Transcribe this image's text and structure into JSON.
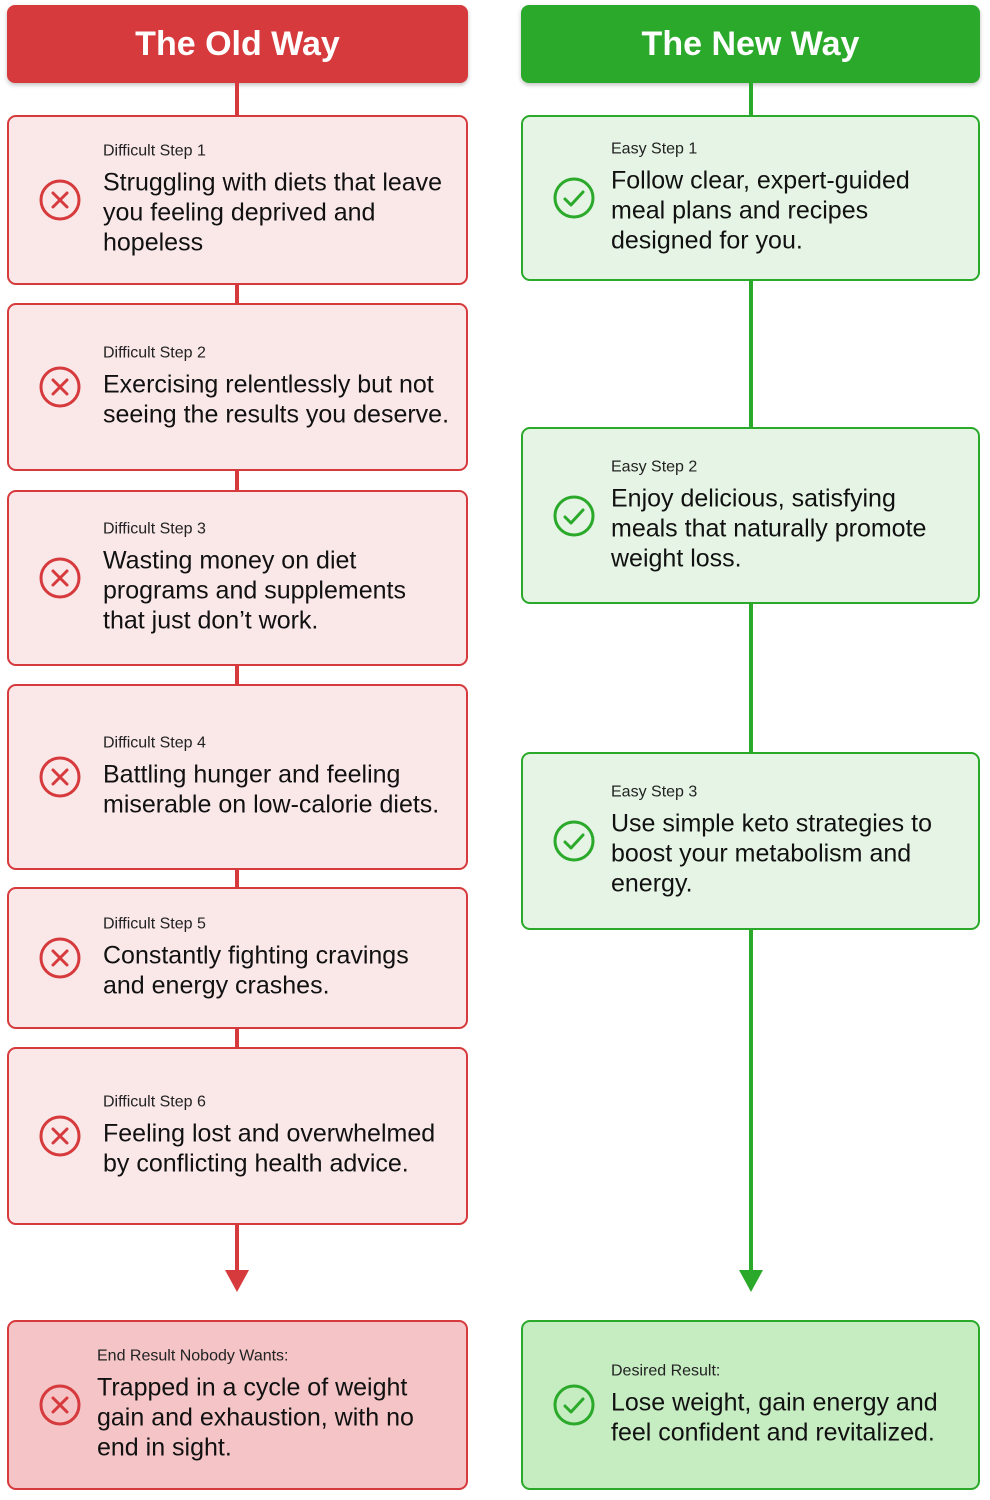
{
  "old_way": {
    "title": "The Old Way",
    "steps": [
      {
        "label": "Difficult Step 1",
        "text": "Struggling with diets that leave you feeling deprived and hopeless"
      },
      {
        "label": "Difficult Step 2",
        "text": "Exercising relentlessly but not seeing the results you deserve."
      },
      {
        "label": "Difficult Step 3",
        "text": "Wasting money on diet programs and supplements that just don’t work."
      },
      {
        "label": "Difficult Step 4",
        "text": "Battling hunger and feeling miserable on low-calorie diets."
      },
      {
        "label": "Difficult Step 5",
        "text": "Constantly fighting cravings and energy crashes."
      },
      {
        "label": "Difficult Step 6",
        "text": "Feeling lost and overwhelmed by conflicting health advice."
      }
    ],
    "result": {
      "label": "End Result Nobody Wants:",
      "text": "Trapped in a cycle of weight gain and exhaustion, with no end in sight."
    },
    "color": "#d63a3c"
  },
  "new_way": {
    "title": "The New Way",
    "steps": [
      {
        "label": "Easy Step 1",
        "text": "Follow clear, expert-guided meal plans and recipes designed for you."
      },
      {
        "label": "Easy Step 2",
        "text": "Enjoy delicious, satisfying meals that naturally promote weight loss."
      },
      {
        "label": "Easy Step 3",
        "text": "Use simple keto strategies to boost your metabolism and energy."
      }
    ],
    "result": {
      "label": "Desired Result:",
      "text": "Lose weight, gain energy and feel confident and revitalized."
    },
    "color": "#2ba92b"
  },
  "icons": {
    "old": "x-circle-icon",
    "new": "check-circle-icon"
  }
}
